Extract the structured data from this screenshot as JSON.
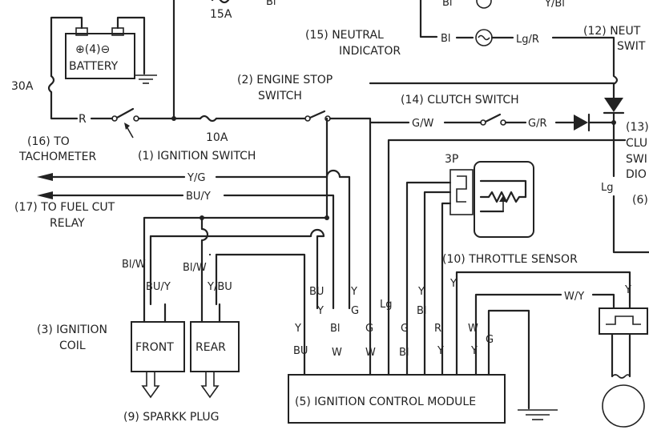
{
  "components": {
    "battery": {
      "title": "⊕(4)⊖",
      "label": "BATTERY"
    },
    "fuse_30a": "30A",
    "fuse_15a": "15A",
    "fuse_10a": "10A",
    "wire_r": "R",
    "ignition_switch": "(1) IGNITION SWITCH",
    "engine_stop": {
      "line1": "(2) ENGINE STOP",
      "line2": "SWITCH"
    },
    "ignition_coil": {
      "line1": "(3) IGNITION",
      "line2": "COIL"
    },
    "coil_front": "FRONT",
    "coil_rear": "REAR",
    "icm": "(5) IGNITION CONTROL MODULE",
    "spark_plug": "(9) SPARKK PLUG",
    "throttle_sensor": "(10) THROTTLE SENSOR",
    "connector_3p": "3P",
    "neutral_sw": {
      "line1": "(12) NEUT",
      "line2": "SWIT"
    },
    "clutch_diode": {
      "line1": "(13)",
      "line2": "CLU",
      "line3": "SWI",
      "line4": "DIO"
    },
    "clutch_sw": "(14) CLUTCH SWITCH",
    "neutral_ind": {
      "line1": "(15) NEUTRAL",
      "line2": "INDICATOR"
    },
    "tach": {
      "line1": "(16) TO",
      "line2": "TACHOMETER"
    },
    "fuel_relay": {
      "line1": "(17) TO FUEL CUT",
      "line2": "RELAY"
    },
    "part6": "(6)"
  },
  "wires": {
    "bi_top": "Bl",
    "bi_top2": "Bl",
    "y_bi_top": "Y/Bl",
    "bi_neutral": "Bl",
    "lg_r": "Lg/R",
    "g_w": "G/W",
    "g_r": "G/R",
    "lg_right": "Lg",
    "y_g": "Y/G",
    "bu_y": "BU/Y",
    "bi_w_1": "Bl/W",
    "bu_y_1": "BU/Y",
    "bi_w_2": "Bl/W",
    "y_bu_2": "Y/BU",
    "w_y": "W/Y",
    "y_right": "Y"
  },
  "icm_pins": {
    "p1": [
      "Y",
      "BU"
    ],
    "p2": [
      "BU",
      "Y"
    ],
    "p3": [
      "Bl",
      "W"
    ],
    "p4": [
      "Y",
      "G"
    ],
    "p5": [
      "G",
      "W"
    ],
    "p6": [
      "Lg"
    ],
    "p7": [
      "G",
      "Bl"
    ],
    "p8": [
      "Y",
      "Bl"
    ],
    "p9": [
      "R",
      "Y"
    ],
    "p10": [
      "Y"
    ],
    "p11": [
      "W",
      "Y"
    ],
    "p12": [
      "G"
    ]
  }
}
